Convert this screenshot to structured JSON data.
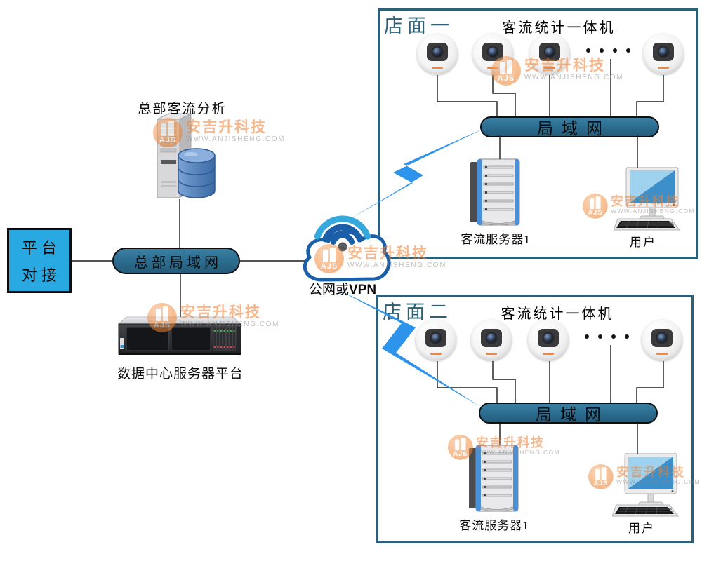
{
  "brand": {
    "name": "安吉升科技",
    "url": "WWW.ANJISHENG.COM",
    "logo_text": "AJS"
  },
  "hq": {
    "analysis_label": "总部客流分析",
    "lan_label": "总部局域网",
    "platform_line1": "平台",
    "platform_line2": "对接",
    "datacenter_label": "数据中心服务器平台"
  },
  "cloud": {
    "label_cn": "公网或",
    "label_en": "VPN"
  },
  "stores": [
    {
      "title": "店面一",
      "cameras_title": "客流统计一体机",
      "lan_label": "局域网",
      "server_label": "客流服务器1",
      "user_label": "用户"
    },
    {
      "title": "店面二",
      "cameras_title": "客流统计一体机",
      "lan_label": "局域网",
      "server_label": "客流服务器1",
      "user_label": "用户"
    }
  ],
  "colors": {
    "box_border": "#2A607A",
    "lan_fill": "#2E7194",
    "platform_fill": "#29A9E1",
    "bolt_blue": "#2E93EA",
    "watermark_orange": "#EE7F33"
  }
}
